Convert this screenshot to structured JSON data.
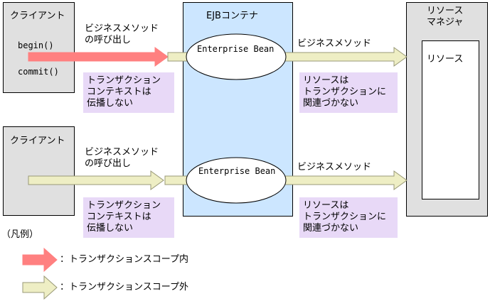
{
  "client1": {
    "title": "クライアント",
    "begin": "begin()",
    "commit": "commit()"
  },
  "client2": {
    "title": "クライアント"
  },
  "container": {
    "title": "EJBコンテナ",
    "bean1": "Enterprise Bean",
    "bean2": "Enterprise Bean"
  },
  "resource_manager": {
    "title": "リソース\nマネジャ",
    "resource": "リソース"
  },
  "labels": {
    "call1": "ビジネスメソッド\nの呼び出し",
    "call2": "ビジネスメソッド\nの呼び出し",
    "method1": "ビジネスメソッド",
    "method2": "ビジネスメソッド"
  },
  "notes": {
    "ctx1": "トランザクション\nコンテキストは\n伝播しない",
    "res1": "リソースは\nトランザクションに\n関連づかない",
    "ctx2": "トランザクション\nコンテキストは\n伝播しない",
    "res2": "リソースは\nトランザクションに\n関連づかない"
  },
  "legend": {
    "title": "（凡例）",
    "inside": "：トランザクションスコープ内",
    "outside": "：トランザクションスコープ外"
  },
  "colors": {
    "in_scope_arrow": "#ff8080",
    "out_scope_arrow": "#eeeec4",
    "note_fill": "#e8d9f7",
    "container_fill": "#cce6ff",
    "client_fill": "#e0e0e0"
  }
}
